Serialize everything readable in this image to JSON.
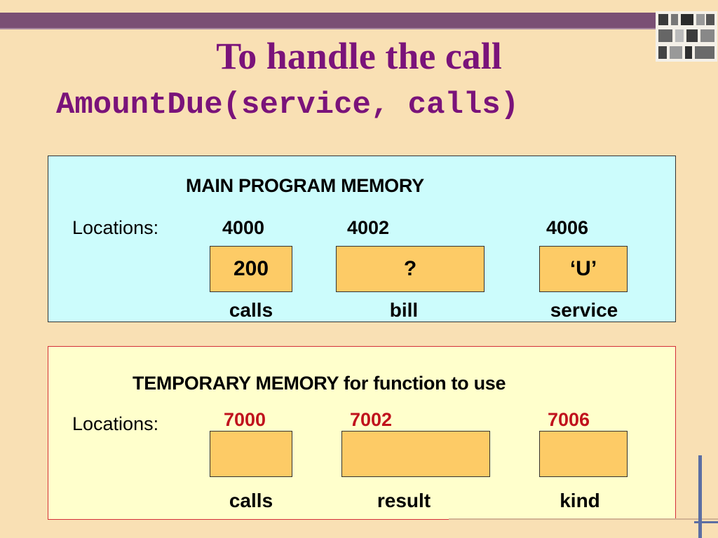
{
  "title": "To handle the call",
  "subtitle": "AmountDue(service, calls)",
  "main_memory": {
    "heading": "MAIN PROGRAM MEMORY",
    "locations_label": "Locations:",
    "addresses": [
      "4000",
      "4002",
      "4006"
    ],
    "values": [
      "200",
      "?",
      "‘U’"
    ],
    "variables": [
      "calls",
      "bill",
      "service"
    ]
  },
  "temp_memory": {
    "heading": "TEMPORARY MEMORY for function to use",
    "locations_label": "Locations:",
    "addresses": [
      "7000",
      "7002",
      "7006"
    ],
    "values": [
      "",
      "",
      ""
    ],
    "variables": [
      "calls",
      "result",
      "kind"
    ]
  },
  "colors": {
    "background": "#f9e0b4",
    "title": "#7a137a",
    "main_panel": "#ccfcfc",
    "temp_panel": "#ffffcc",
    "cell": "#fdcb66",
    "temp_address": "#c0121d"
  }
}
